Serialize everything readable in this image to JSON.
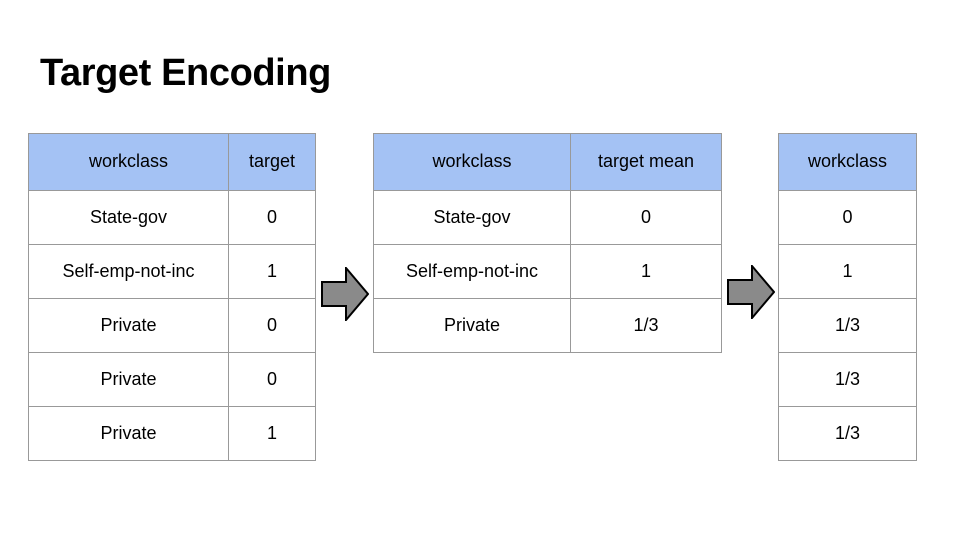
{
  "slide": {
    "title": "Target Encoding",
    "background_color": "#ffffff",
    "header_fill_color": "#a4c2f4",
    "border_color": "#999999",
    "arrow_fill_color": "#8a8a8a",
    "arrow_stroke_color": "#000000"
  },
  "tables": {
    "source": {
      "name": "source-table",
      "headers": [
        "workclass",
        "target"
      ],
      "rows": [
        [
          "State-gov",
          "0"
        ],
        [
          "Self-emp-not-inc",
          "1"
        ],
        [
          "Private",
          "0"
        ],
        [
          "Private",
          "0"
        ],
        [
          "Private",
          "1"
        ]
      ]
    },
    "means": {
      "name": "target-mean-table",
      "headers": [
        "workclass",
        "target mean"
      ],
      "rows": [
        [
          "State-gov",
          "0"
        ],
        [
          "Self-emp-not-inc",
          "1"
        ],
        [
          "Private",
          "1/3"
        ]
      ]
    },
    "encoded": {
      "name": "encoded-table",
      "headers": [
        "workclass"
      ],
      "rows": [
        [
          "0"
        ],
        [
          "1"
        ],
        [
          "1/3"
        ],
        [
          "1/3"
        ],
        [
          "1/3"
        ]
      ]
    }
  },
  "arrows": [
    {
      "name": "arrow-right-one",
      "direction": "right"
    },
    {
      "name": "arrow-right-two",
      "direction": "right"
    }
  ]
}
